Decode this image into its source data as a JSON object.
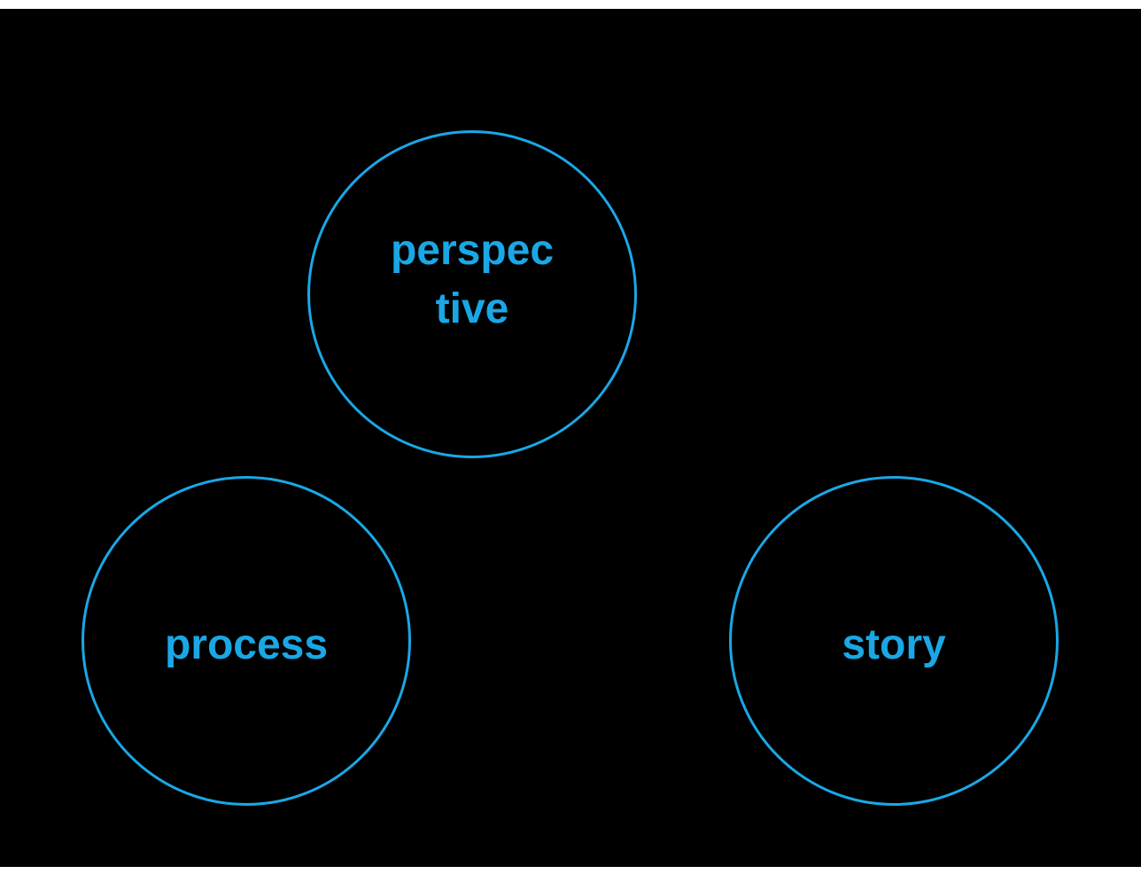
{
  "diagram": {
    "colors": {
      "background": "#000000",
      "accent": "#1aa7e6"
    },
    "nodes": [
      {
        "id": "perspective",
        "lines": [
          "perspec",
          "tive"
        ]
      },
      {
        "id": "process",
        "lines": [
          "process"
        ]
      },
      {
        "id": "story",
        "lines": [
          "story"
        ]
      }
    ]
  }
}
